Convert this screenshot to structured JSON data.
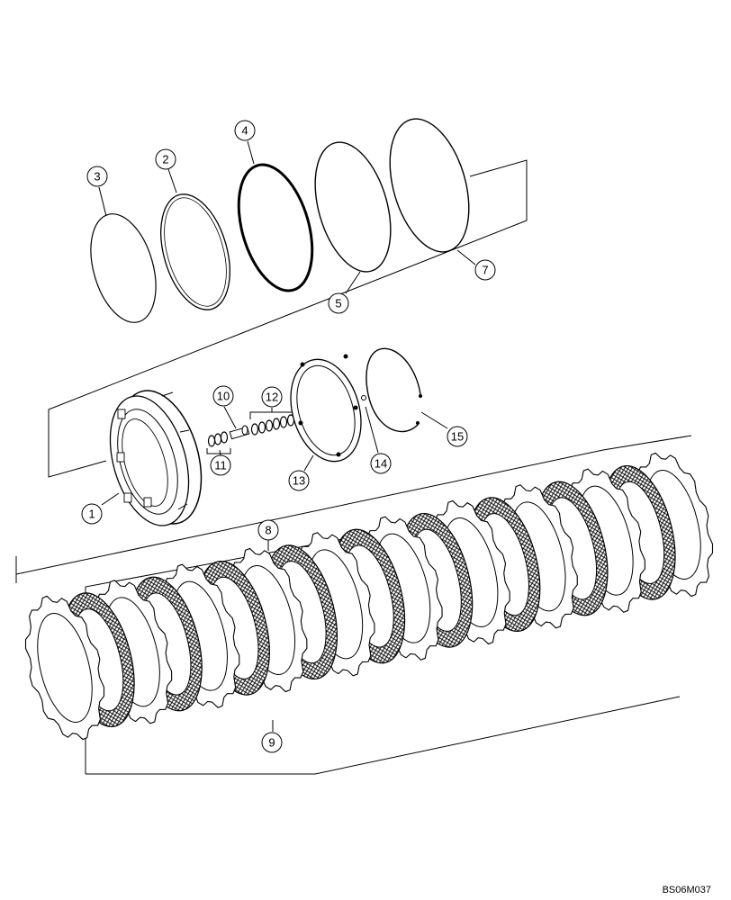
{
  "callouts": {
    "c1": "1",
    "c2": "2",
    "c3": "3",
    "c4": "4",
    "c5": "5",
    "c7": "7",
    "c8": "8",
    "c9": "9",
    "c10": "10",
    "c11": "11",
    "c12": "12",
    "c13": "13",
    "c14": "14",
    "c15": "15"
  },
  "drawing_code": "BS06M037",
  "plate_pattern_friction": "crosshatch",
  "colors": {
    "ink": "#000000",
    "paper": "#ffffff"
  }
}
